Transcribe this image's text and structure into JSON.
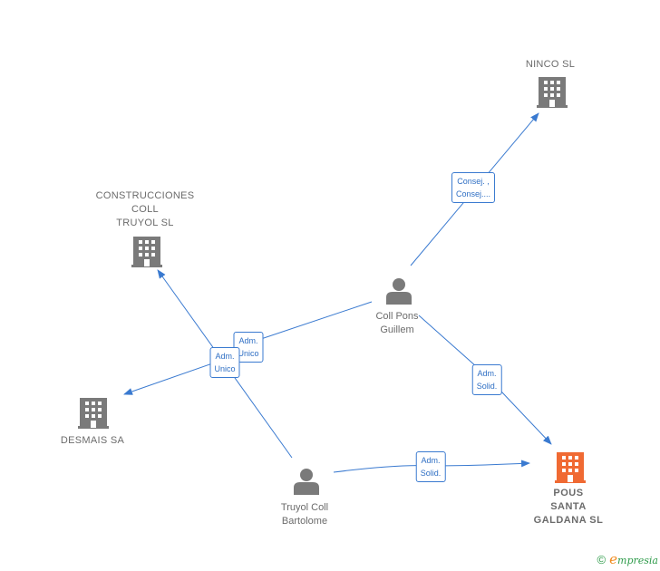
{
  "colors": {
    "edge": "#3a7ad0",
    "node": "#7a7a7a",
    "highlight": "#f06a33",
    "brand": "#2e9b4a"
  },
  "nodes": {
    "ninco": {
      "label": "NINCO  SL",
      "type": "company"
    },
    "construcciones": {
      "label": "CONSTRUCCIONES\nCOLL\nTRUYOL  SL",
      "type": "company"
    },
    "desmais": {
      "label": "DESMAIS SA",
      "type": "company"
    },
    "pous": {
      "label": "POUS\nSANTA\nGALDANA  SL",
      "type": "company-highlight"
    },
    "coll_pons": {
      "label": "Coll Pons\nGuillem",
      "type": "person"
    },
    "truyol": {
      "label": "Truyol Coll\nBartolome",
      "type": "person"
    }
  },
  "edges": {
    "collpons_ninco": "Consej. ,\nConsej....",
    "collpons_construcciones": "Adm.\nUnico",
    "truyol_desmais": "Adm.\nUnico",
    "collpons_pous": "Adm.\nSolid.",
    "truyol_pous": "Adm.\nSolid."
  },
  "footer": {
    "copyright": "©",
    "brand_initial": "e",
    "brand_rest": "mpresia"
  }
}
